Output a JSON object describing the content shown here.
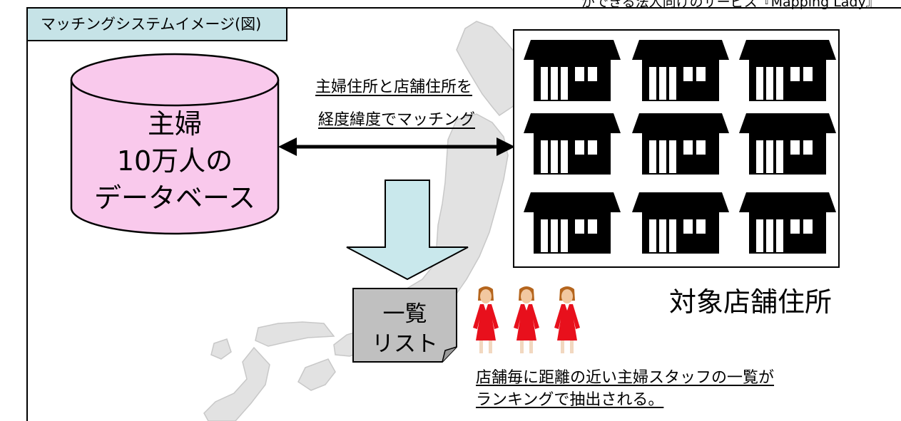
{
  "header_clip": "ができる法人向けのサービス『Mapping Lady』",
  "title_tab": "マッチングシステムイメージ(図)",
  "database": {
    "lines": [
      "主婦",
      "10万人の",
      "データベース"
    ],
    "fill": "#f9c9ec"
  },
  "matching": {
    "line1": "主婦住所と店舗住所を",
    "line2": "経度緯度でマッチング"
  },
  "stores": {
    "label": "対象店舗住所",
    "icon": "store-building-icon",
    "count": 9
  },
  "list_doc": {
    "lines": [
      "一覧",
      "リスト"
    ],
    "fill": "#c0c0c0"
  },
  "staff": {
    "count": 3,
    "icon": "woman-staff-icon",
    "color": "#e8101c"
  },
  "caption": {
    "line1": "店舗毎に距離の近い主婦スタッフの一覧が",
    "line2": "ランキングで抽出される。"
  },
  "colors": {
    "title_bg": "#c6e3e7",
    "map": "#e2e2e2",
    "arrow_fill": "#c9e8ec"
  }
}
